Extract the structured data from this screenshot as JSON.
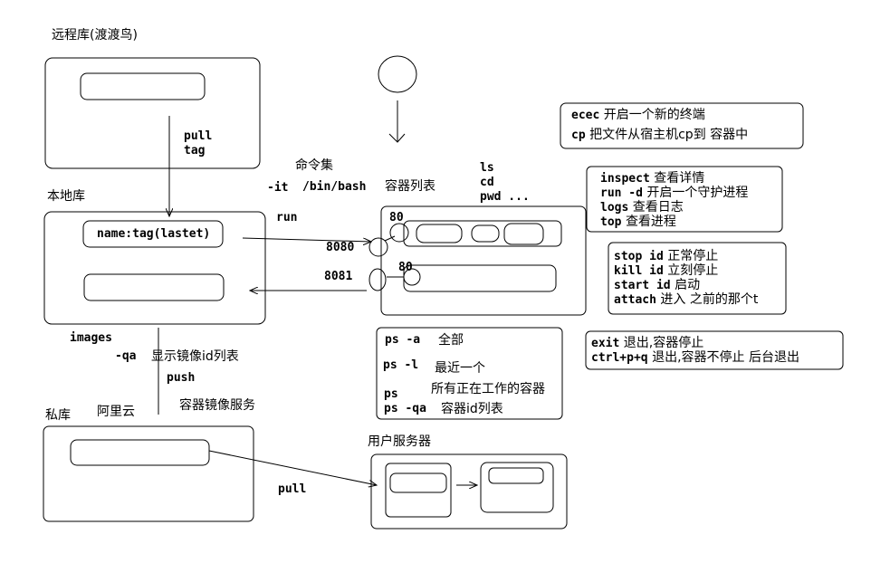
{
  "labels": {
    "remote_repo": "远程库(渡渡鸟)",
    "pull_top": "pull",
    "tag_top": "tag",
    "local_repo": "本地库",
    "name_tag": "name:tag(lastet)",
    "command_set": "命令集",
    "it_flag": "-it",
    "bin_bash": "/bin/bash",
    "run": "run",
    "container_list": "容器列表",
    "ls": "ls",
    "cd": "cd",
    "pwd": "pwd ...",
    "port_8080": "8080",
    "port_8081": "8081",
    "port_80_top": "80",
    "port_80_bottom": "80",
    "images": "images",
    "qa": "-qa",
    "show_image_ids": "显示镜像id列表",
    "push": "push",
    "private_repo": "私库",
    "aliyun": "阿里云",
    "container_image_service": "容器镜像服务",
    "user_server": "用户服务器",
    "pull_bottom": "pull"
  },
  "notes": {
    "exec_cp": [
      {
        "cmd": "ecec",
        "desc": "开启一个新的终端"
      },
      {
        "cmd": "cp",
        "desc": "把文件从宿主机cp到 容器中"
      }
    ],
    "inspect_group": [
      {
        "cmd": "inspect",
        "desc": "查看详情"
      },
      {
        "cmd": "run -d",
        "desc": "开启一个守护进程"
      },
      {
        "cmd": "logs",
        "desc": "查看日志"
      },
      {
        "cmd": "top",
        "desc": "查看进程"
      }
    ],
    "stop_group": [
      {
        "cmd": "stop id",
        "desc": "正常停止"
      },
      {
        "cmd": "kill id",
        "desc": "立刻停止"
      },
      {
        "cmd": "start id",
        "desc": "启动"
      },
      {
        "cmd": "attach",
        "desc": "进入 之前的那个t"
      }
    ],
    "ps_group": [
      {
        "cmd": "ps -a",
        "desc": "全部"
      },
      {
        "cmd": "ps -l",
        "desc": "最近一个"
      },
      {
        "cmd": "ps",
        "desc": "所有正在工作的容器"
      },
      {
        "cmd": "ps -qa",
        "desc": "容器id列表"
      }
    ],
    "exit_group": [
      {
        "cmd": "exit",
        "desc": "退出,容器停止"
      },
      {
        "cmd": "ctrl+p+q",
        "desc": "退出,容器不停止 后台退出"
      }
    ]
  }
}
